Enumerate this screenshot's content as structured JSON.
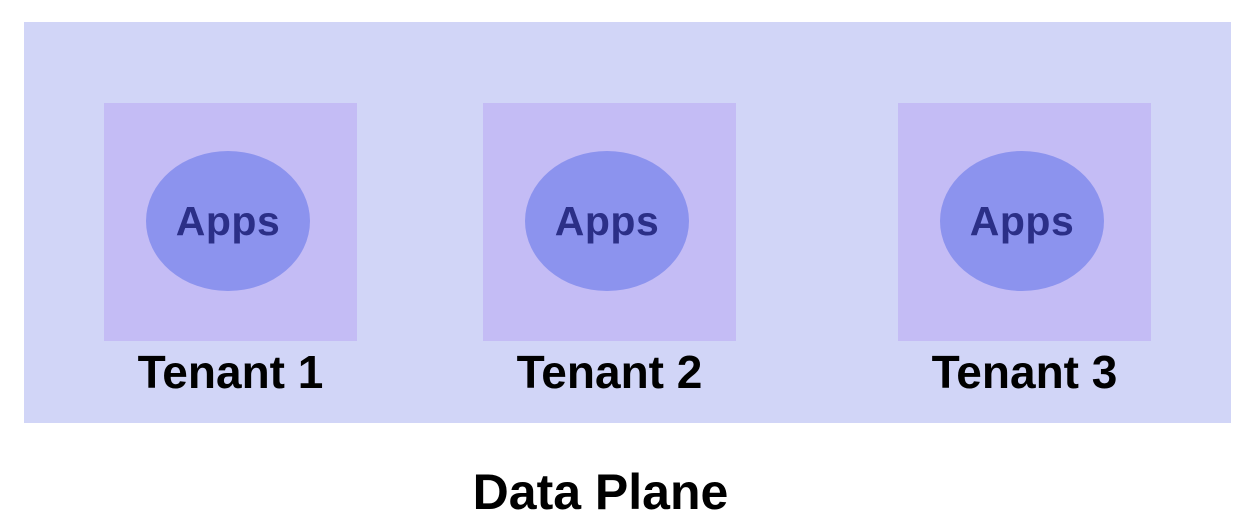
{
  "diagram": {
    "plane_label": "Data Plane",
    "tenants": [
      {
        "label": "Tenant 1",
        "app_label": "Apps"
      },
      {
        "label": "Tenant 2",
        "app_label": "Apps"
      },
      {
        "label": "Tenant 3",
        "app_label": "Apps"
      }
    ],
    "colors": {
      "plane_fill": "#d1d5f7",
      "tenant_fill": "#c4bcf5",
      "apps_fill": "#8c93ee",
      "apps_text": "#2b2f87"
    }
  }
}
